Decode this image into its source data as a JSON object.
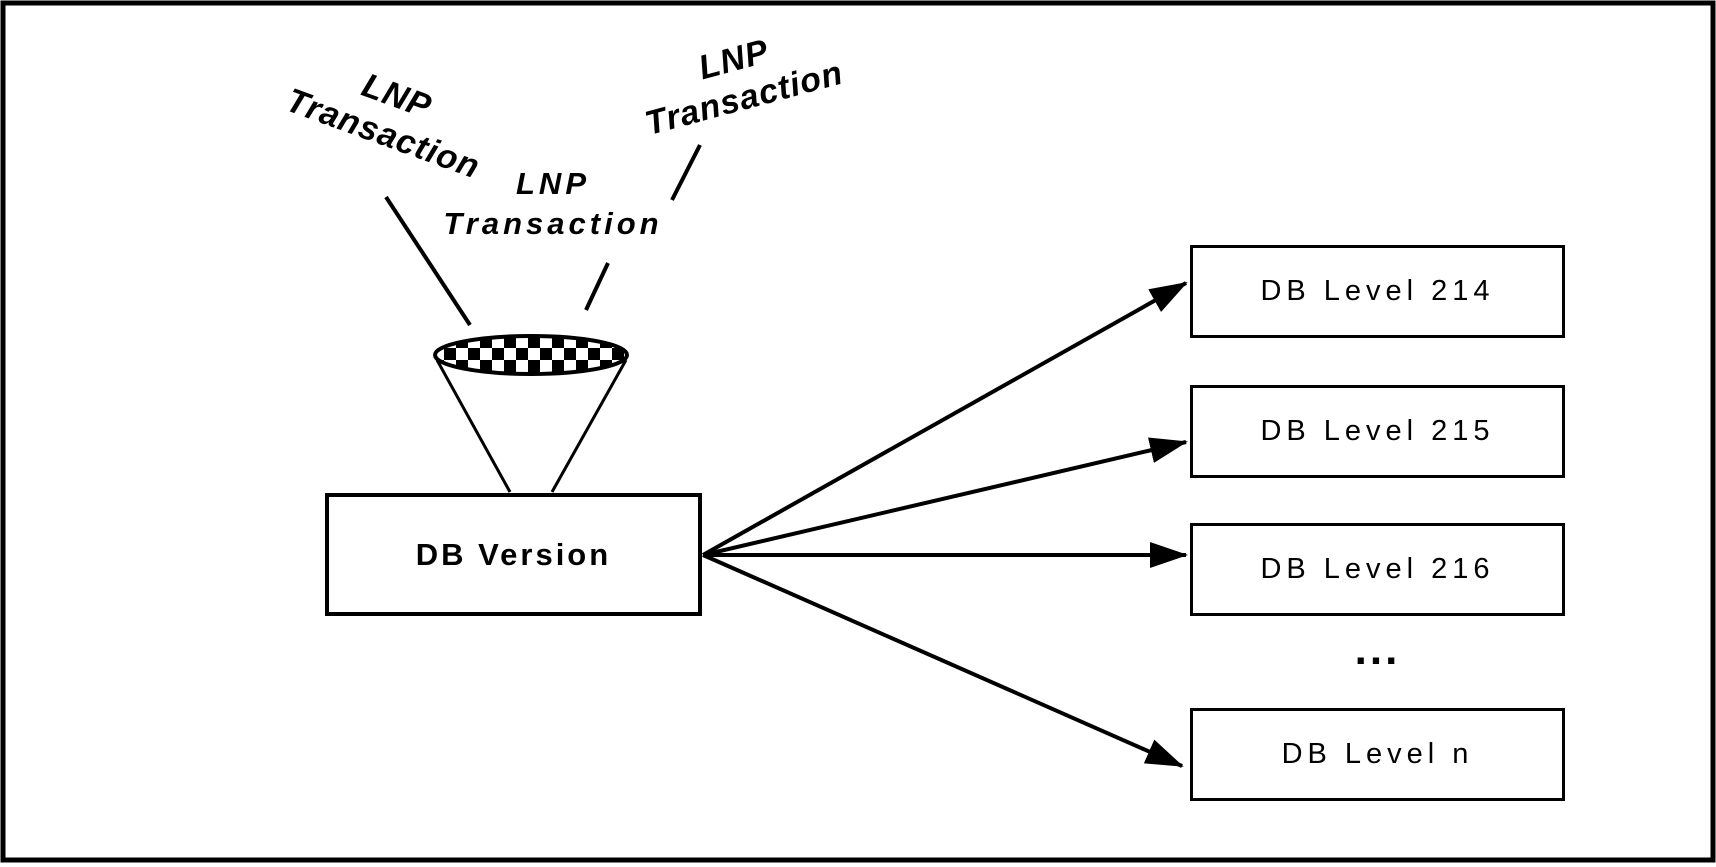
{
  "diagram": {
    "title_hint": "LNP transactions funnel into DB Version which maps to DB Levels",
    "funnel_inputs": [
      {
        "line1": "LNP",
        "line2": "Transaction"
      },
      {
        "line1": "LNP",
        "line2": "Transaction"
      },
      {
        "line1": "LNP",
        "line2": "Transaction"
      }
    ],
    "source_box": {
      "label": "DB Version"
    },
    "ellipsis": "...",
    "db_levels": [
      {
        "label": "DB Level 214"
      },
      {
        "label": "DB Level 215"
      },
      {
        "label": "DB Level 216"
      },
      {
        "label": "DB Level n"
      }
    ],
    "colors": {
      "line": "#000000",
      "background": "#ffffff"
    }
  }
}
